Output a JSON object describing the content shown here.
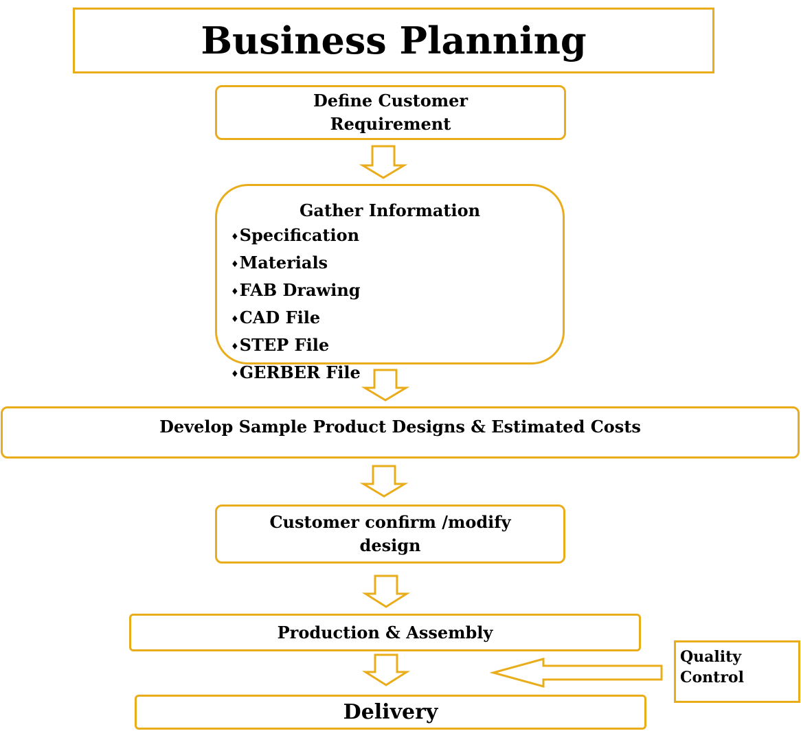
{
  "title": "Business Planning",
  "steps": {
    "define": "Define Customer Requirement",
    "gather": {
      "title": "Gather Information",
      "bullet": "♦",
      "items": [
        "Specification",
        "Materials",
        "FAB Drawing",
        "CAD File",
        "STEP File",
        "GERBER File"
      ]
    },
    "develop": "Develop Sample Product Designs & Estimated Costs",
    "confirm": "Customer confirm /modify design",
    "production": "Production & Assembly",
    "delivery": "Delivery"
  },
  "quality_control": "Quality Control",
  "colors": {
    "accent": "#E9AC1A",
    "text": "#000000",
    "background": "#ffffff"
  }
}
